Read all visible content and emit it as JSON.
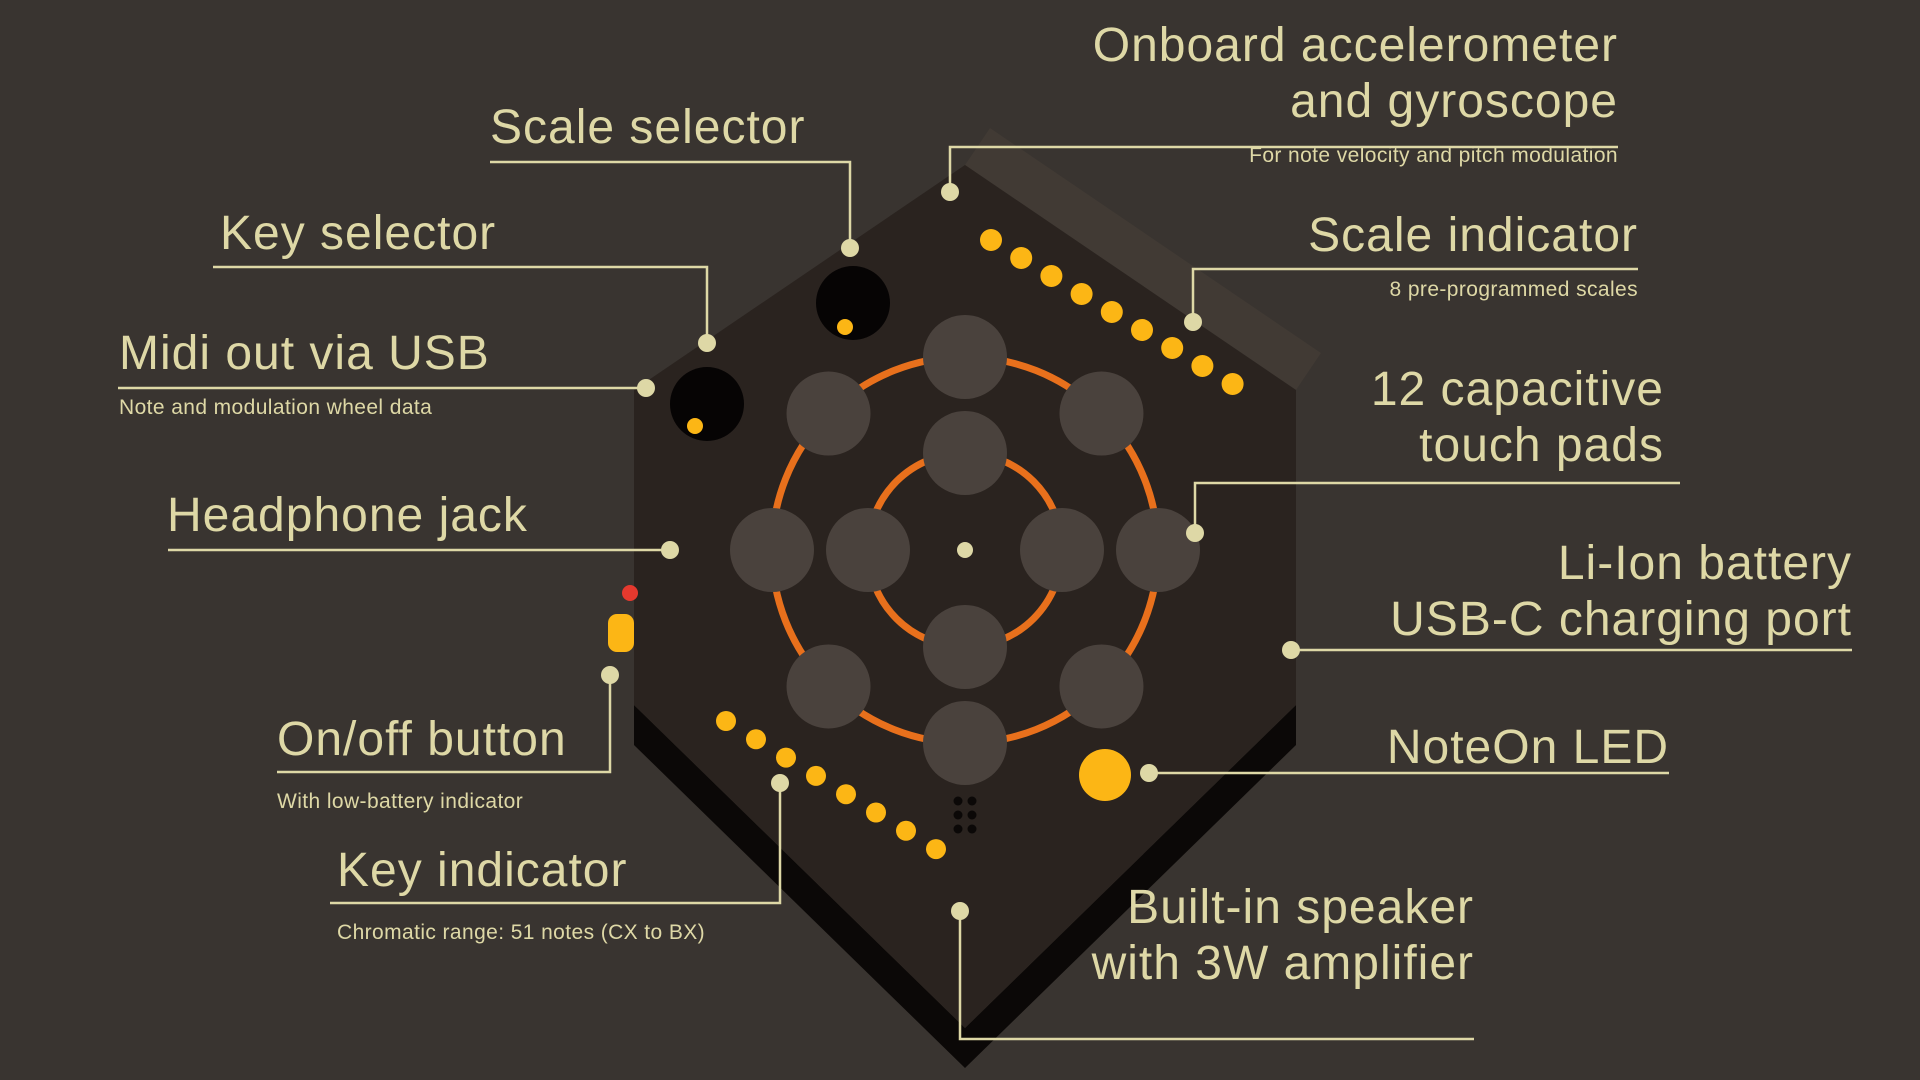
{
  "meta": {
    "description": "Feature diagram of a hexagonal MIDI controller device on a dark background",
    "device_type": "hexagonal MIDI controller"
  },
  "colors": {
    "background": "#393430",
    "device_face": "#2a231f",
    "device_highlight_band": "#413a34",
    "device_bevel_black": "#0b0807",
    "knob_black": "#060404",
    "touch_pad": "#4a423d",
    "ring_orange": "#e8701c",
    "led_yellow": "#fcb615",
    "led_red": "#e5392e",
    "line_cream": "#ded8a6",
    "text_cream": "#ded8a6"
  },
  "labels": {
    "scale_selector": {
      "title": "Scale selector"
    },
    "key_selector": {
      "title": "Key selector"
    },
    "midi_out": {
      "title": "Midi out via USB",
      "subtitle": "Note and modulation wheel data"
    },
    "headphone_jack": {
      "title": "Headphone jack"
    },
    "on_off": {
      "title": "On/off button",
      "subtitle": "With low-battery indicator"
    },
    "key_indicator": {
      "title": "Key indicator",
      "subtitle": "Chromatic range: 51 notes (CX to BX)"
    },
    "accelerometer": {
      "title_line1": "Onboard accelerometer",
      "title_line2": "and gyroscope",
      "subtitle": "For note velocity and pitch modulation"
    },
    "scale_indicator": {
      "title": "Scale indicator",
      "subtitle": "8 pre-programmed scales"
    },
    "touch_pads": {
      "title_line1": "12 capacitive",
      "title_line2": "touch pads"
    },
    "battery": {
      "title_line1": "Li-Ion battery",
      "title_line2": "USB-C charging port"
    },
    "noteon_led": {
      "title": "NoteOn LED"
    },
    "speaker": {
      "title_line1": "Built-in speaker",
      "title_line2": "with 3W amplifier"
    }
  },
  "device": {
    "touch_pad_count": 12,
    "scale_indicator_led_count": 9,
    "key_indicator_led_count": 8,
    "selector_knob_count": 2,
    "noteon_led_count": 1
  }
}
